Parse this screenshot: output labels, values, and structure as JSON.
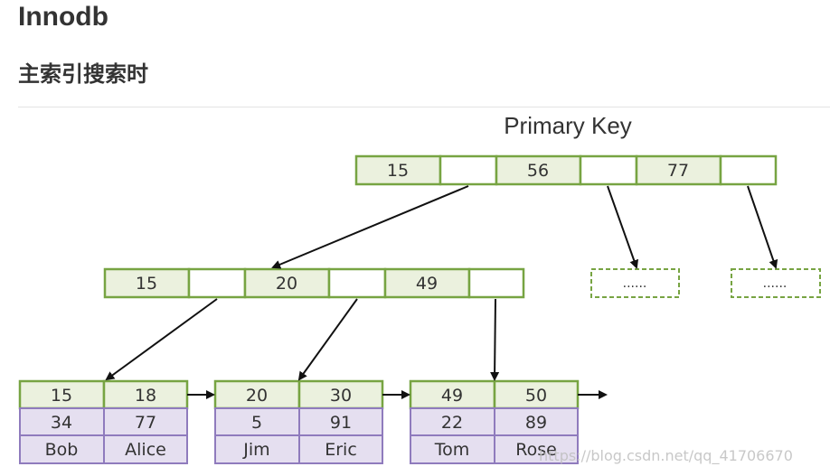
{
  "heading": "Innodb",
  "subheading": "主索引搜索时",
  "diagram": {
    "title": "Primary Key",
    "root_keys": [
      "15",
      "56",
      "77"
    ],
    "internal_keys": [
      "15",
      "20",
      "49"
    ],
    "placeholder_label": "......",
    "leaves": [
      {
        "key1": "15",
        "key2": "18",
        "row2": [
          "34",
          "77"
        ],
        "row3": [
          "Bob",
          "Alice"
        ]
      },
      {
        "key1": "20",
        "key2": "30",
        "row2": [
          "5",
          "91"
        ],
        "row3": [
          "Jim",
          "Eric"
        ]
      },
      {
        "key1": "49",
        "key2": "50",
        "row2": [
          "22",
          "89"
        ],
        "row3": [
          "Tom",
          "Rose"
        ]
      }
    ],
    "colors": {
      "key_fill": "#ebf1de",
      "key_border": "#77a442",
      "leaf_data_fill": "#e5dff0",
      "leaf_data_border": "#8f7bbd",
      "arrow": "#111111"
    }
  },
  "watermark": "https://blog.csdn.net/qq_41706670"
}
